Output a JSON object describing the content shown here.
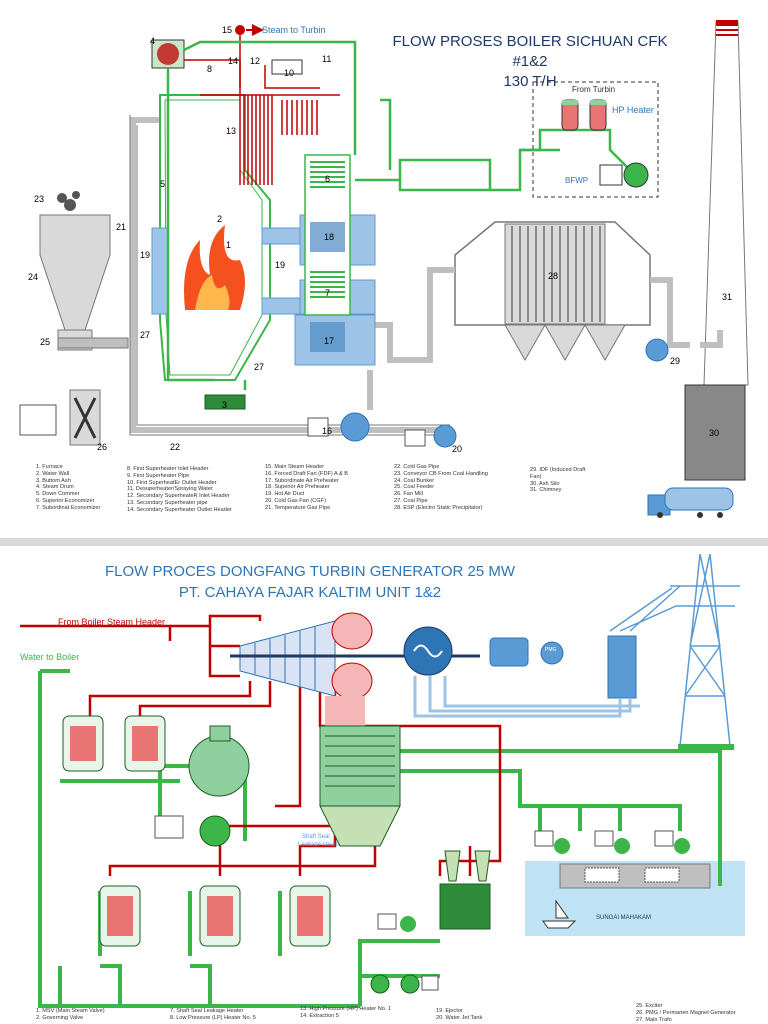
{
  "boiler": {
    "title_line1": "FLOW PROSES BOILER SICHUAN CFK #1&2",
    "title_line2": "130 T/H",
    "steam_to_turbin": "Steam to Turbin",
    "from_turbin": "From Turbin",
    "hp_heater": "HP Heater",
    "bfwp": "BFWP",
    "numbers": [
      "1",
      "2",
      "3",
      "4",
      "5",
      "6",
      "7",
      "8",
      "10",
      "11",
      "12",
      "13",
      "14",
      "15",
      "16",
      "17",
      "18",
      "19",
      "19",
      "20",
      "21",
      "22",
      "23",
      "24",
      "25",
      "26",
      "27",
      "27",
      "28",
      "29",
      "30",
      "31"
    ],
    "legend_col1": [
      "1. Furnace",
      "2. Water Wall",
      "3. Buttom Ash",
      "4. Steam Drum",
      "5. Down Commer",
      "6. Superior Economizer",
      "7. Subordinat Economizer"
    ],
    "legend_col2": [
      "8. First Superheater Inlet Header",
      "9. First Superheater Pipe",
      "10. First SuperheatEr Outlet Header",
      "11. Desuperheater/Spraying Water",
      "12. Secondary SuperheateR Inlet Header",
      "13. Secondary Superheater pipe",
      "14. Secondary Superheater Outlet Header"
    ],
    "legend_col3": [
      "15. Main Steam Header",
      "16. Forced Draft Fan (FDF) A & B",
      "17. Subordinate Air Preheater",
      "18. Superior Air Preheater",
      "19. Hot Air Duct",
      "20. Cold Gas Fan (CGF)",
      "21. Temperature Gas Pipe"
    ],
    "legend_col4": [
      "22. Cold Gas Pipe",
      "23. Conveyor CB From Coal Handling",
      "24. Coal Bunker",
      "25. Coal Feeder",
      "26. Fan Mill",
      "27. Coal Pipe",
      "28. ESP (Electro Static Precipitator)"
    ],
    "legend_col5": [
      "29. IDF (Induced Draft",
      "Fan)",
      "30. Ash Silo",
      "31. Chimney"
    ]
  },
  "turbine": {
    "title_line1": "FLOW PROCES DONGFANG TURBIN GENERATOR 25 MW",
    "title_line2": "PT. CAHAYA FAJAR KALTIM UNIT 1&2",
    "from_boiler": "From Boiler Steam Header",
    "water_to_boiler": "Water to Boiler",
    "shaft_seal": "Shaft Seal",
    "leakage_steam": "Leakage steam",
    "sungai": "SUNGAI MAHAKAM",
    "pmg": "PMG",
    "legend_col1": [
      "1. MSV (Main Steam Valve)",
      "2. Governing Valve"
    ],
    "legend_col2": [
      "7. Shaft Seal Leakage Heater",
      "8. Low Pressure (LP) Heater No. 5"
    ],
    "legend_col3": [
      "13. High Pressure (HP) Heater No. 1",
      "14. Extraction 5"
    ],
    "legend_col4": [
      "19. Ejector",
      "20. Water Jet Tank"
    ],
    "legend_col5": [
      "25. Exciter",
      "26. PMG / Permanen Magnet Generator",
      "27. Main Trafo"
    ]
  },
  "colors": {
    "steam_red": "#c00000",
    "water_green": "#3cb54a",
    "air_blue": "#5b9bd5",
    "gas_gray": "#a6a6a6",
    "title_blue": "#2e75b6"
  }
}
